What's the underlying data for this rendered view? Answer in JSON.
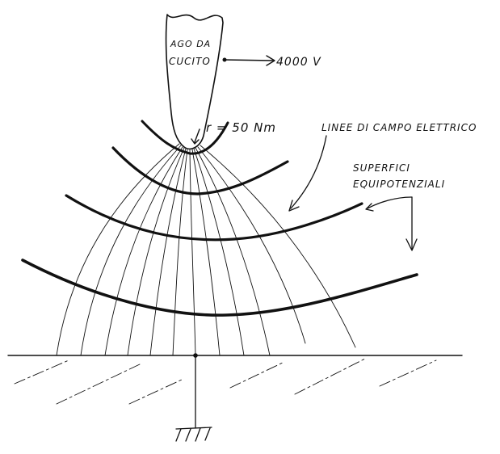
{
  "needle": {
    "label_line1": "AGO DA",
    "label_line2": "CUCITO",
    "voltage": "4000 V",
    "radius": "r = 50 Nm"
  },
  "labels": {
    "field_lines": "LINEE DI CAMPO ELETTRICO",
    "equipotential_line1": "SUPERFICI",
    "equipotential_line2": "EQUIPOTENZIALI"
  },
  "colors": {
    "ink": "#111111",
    "background": "#ffffff"
  }
}
